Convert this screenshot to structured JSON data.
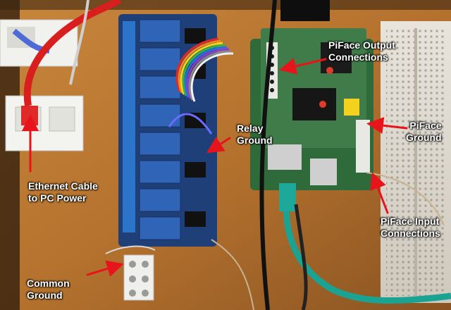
{
  "annotations": {
    "piface_output": {
      "line1": "PiFace Output",
      "line2": "Connections"
    },
    "relay_ground": {
      "line1": "Relay",
      "line2": "Ground"
    },
    "piface_ground": {
      "line1": "PiFace",
      "line2": "Ground"
    },
    "ethernet_cable": {
      "line1": "Ethernet Cable",
      "line2": "to PC Power"
    },
    "piface_input": {
      "line1": "PiFace Input",
      "line2": "Connections"
    },
    "common_ground": {
      "line1": "Common",
      "line2": "Ground"
    }
  },
  "colors": {
    "arrow": "#e8141b",
    "label_text": "#ffffff"
  }
}
